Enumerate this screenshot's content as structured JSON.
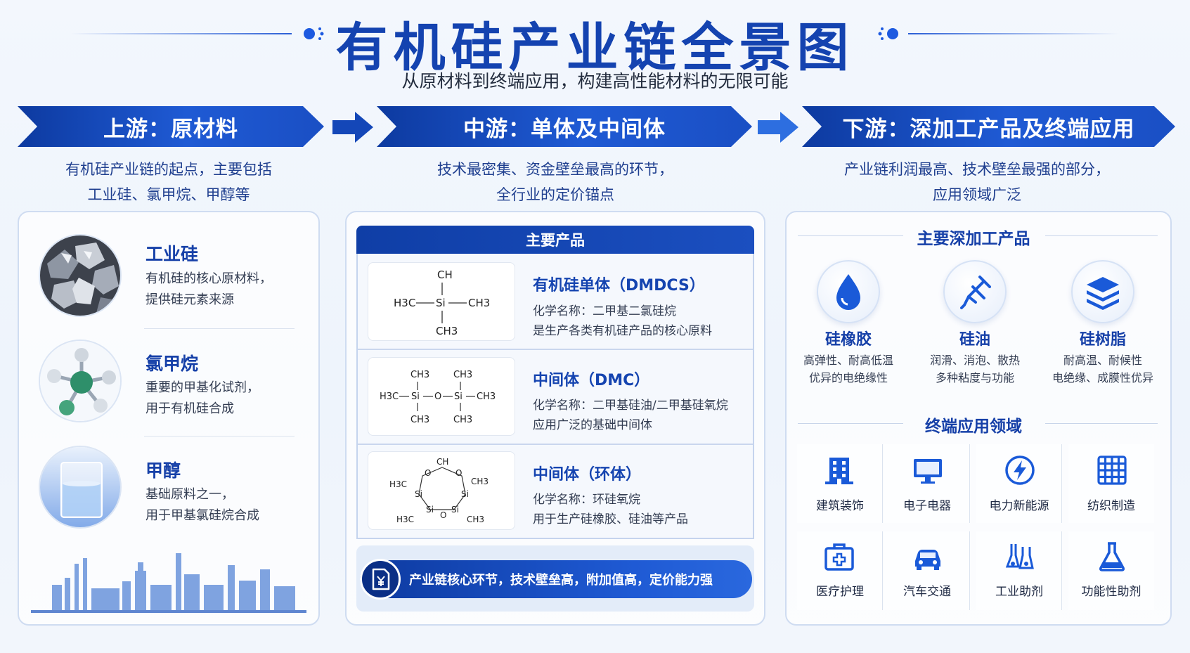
{
  "header": {
    "title": "有机硅产业链全景图",
    "subtitle": "从原材料到终端应用，构建高性能材料的无限可能"
  },
  "stages": [
    {
      "title": "上游：原材料",
      "desc_line1": "有机硅产业链的起点，主要包括",
      "desc_line2": "工业硅、氯甲烷、甲醇等"
    },
    {
      "title": "中游：单体及中间体",
      "desc_line1": "技术最密集、资金壁垒最高的环节，",
      "desc_line2": "全行业的定价锚点"
    },
    {
      "title": "下游：深加工产品及终端应用",
      "desc_line1": "产业链利润最高、技术壁垒最强的部分，",
      "desc_line2": "应用领域广泛"
    }
  ],
  "upstream": [
    {
      "name": "工业硅",
      "line1": "有机硅的核心原材料，",
      "line2": "提供硅元素来源",
      "image": "industrial-silicon-image"
    },
    {
      "name": "氯甲烷",
      "line1": "重要的甲基化试剂，",
      "line2": "用于有机硅合成",
      "image": "molecule-model-image"
    },
    {
      "name": "甲醇",
      "line1": "基础原料之一，",
      "line2": "用于甲基氯硅烷合成",
      "image": "methanol-glass-image"
    }
  ],
  "midstream": {
    "header": "主要产品",
    "products": [
      {
        "name": "有机硅单体（DMDCS）",
        "line1": "化学名称：二甲基二氯硅烷",
        "line2": "是生产各类有机硅产品的核心原料",
        "formula": {
          "top": "CH",
          "left": "H3C",
          "center": "Si",
          "right": "CH3",
          "bottom": "CH3"
        }
      },
      {
        "name": "中间体（DMC）",
        "line1": "化学名称：二甲基硅油/二甲基硅氧烷",
        "line2": "应用广泛的基础中间体",
        "formula": {
          "ch3": "CH3",
          "h3c": "H3C",
          "si": "Si",
          "o": "O"
        }
      },
      {
        "name": "中间体（环体）",
        "line1": "化学名称：环硅氧烷",
        "line2": "用于生产硅橡胶、硅油等产品",
        "formula": {
          "ch": "CH",
          "ch3": "CH3",
          "h3c": "H3C",
          "si": "Si",
          "o": "O"
        }
      }
    ],
    "footer": "产业链核心环节，技术壁垒高，附加值高，定价能力强",
    "footer_icon": "yuan-document-icon"
  },
  "downstream": {
    "products_title": "主要深加工产品",
    "products": [
      {
        "name": "硅橡胶",
        "line1": "高弹性、耐高低温",
        "line2": "优异的电绝缘性",
        "icon": "droplet-icon"
      },
      {
        "name": "硅油",
        "line1": "润滑、消泡、散热",
        "line2": "多种粘度与功能",
        "icon": "dropper-icon"
      },
      {
        "name": "硅树脂",
        "line1": "耐高温、耐候性",
        "line2": "电绝缘、成膜性优异",
        "icon": "layers-icon"
      }
    ],
    "apps_title": "终端应用领域",
    "apps": [
      {
        "label": "建筑装饰",
        "icon": "building-icon"
      },
      {
        "label": "电子电器",
        "icon": "monitor-icon"
      },
      {
        "label": "电力新能源",
        "icon": "lightning-icon"
      },
      {
        "label": "纺织制造",
        "icon": "fabric-grid-icon"
      },
      {
        "label": "医疗护理",
        "icon": "medical-kit-icon"
      },
      {
        "label": "汽车交通",
        "icon": "car-icon"
      },
      {
        "label": "工业助剂",
        "icon": "lab-flasks-icon"
      },
      {
        "label": "功能性助剂",
        "icon": "flask-icon"
      }
    ]
  },
  "colors": {
    "primary": "#1443b0",
    "banner_dark": "#0d3aa0",
    "banner_light": "#1f5ad4",
    "text": "#333d52"
  }
}
